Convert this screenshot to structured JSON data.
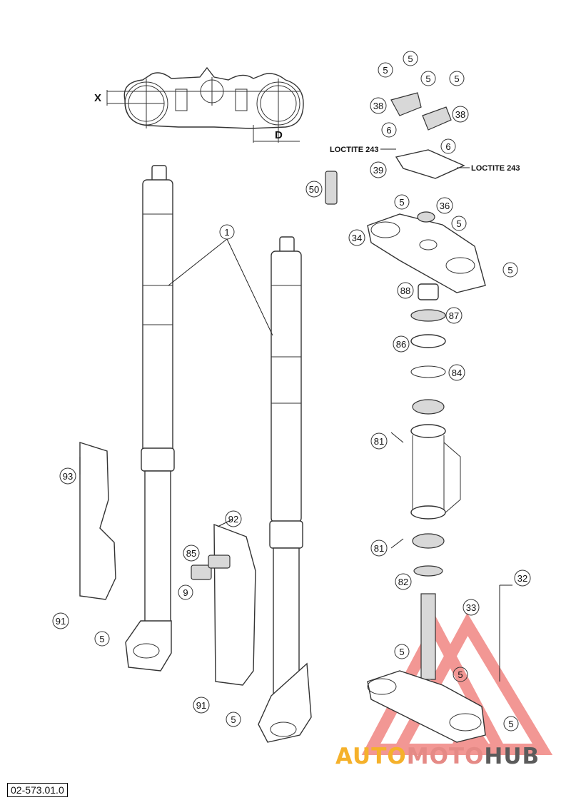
{
  "diagram": {
    "document_number": "02-573.01.0",
    "dimension_labels": {
      "x": "X",
      "d": "D"
    },
    "loctite_labels": [
      "LOCTITE 243",
      "LOCTITE 243"
    ],
    "callouts": [
      "1",
      "5",
      "5",
      "5",
      "5",
      "5",
      "6",
      "6",
      "38",
      "38",
      "39",
      "50",
      "34",
      "36",
      "5",
      "5",
      "88",
      "87",
      "86",
      "84",
      "81",
      "81",
      "82",
      "32",
      "33",
      "5",
      "5",
      "5",
      "93",
      "92",
      "85",
      "9",
      "91",
      "91",
      "5",
      "5"
    ],
    "watermark": {
      "part1": "AUTO",
      "part2": "MOTO",
      "part3": "HUB"
    },
    "colors": {
      "line": "#333333",
      "logo_orange": "#f5b12b",
      "logo_pink": "#e58a86",
      "logo_gray": "#5b5b5b"
    }
  }
}
